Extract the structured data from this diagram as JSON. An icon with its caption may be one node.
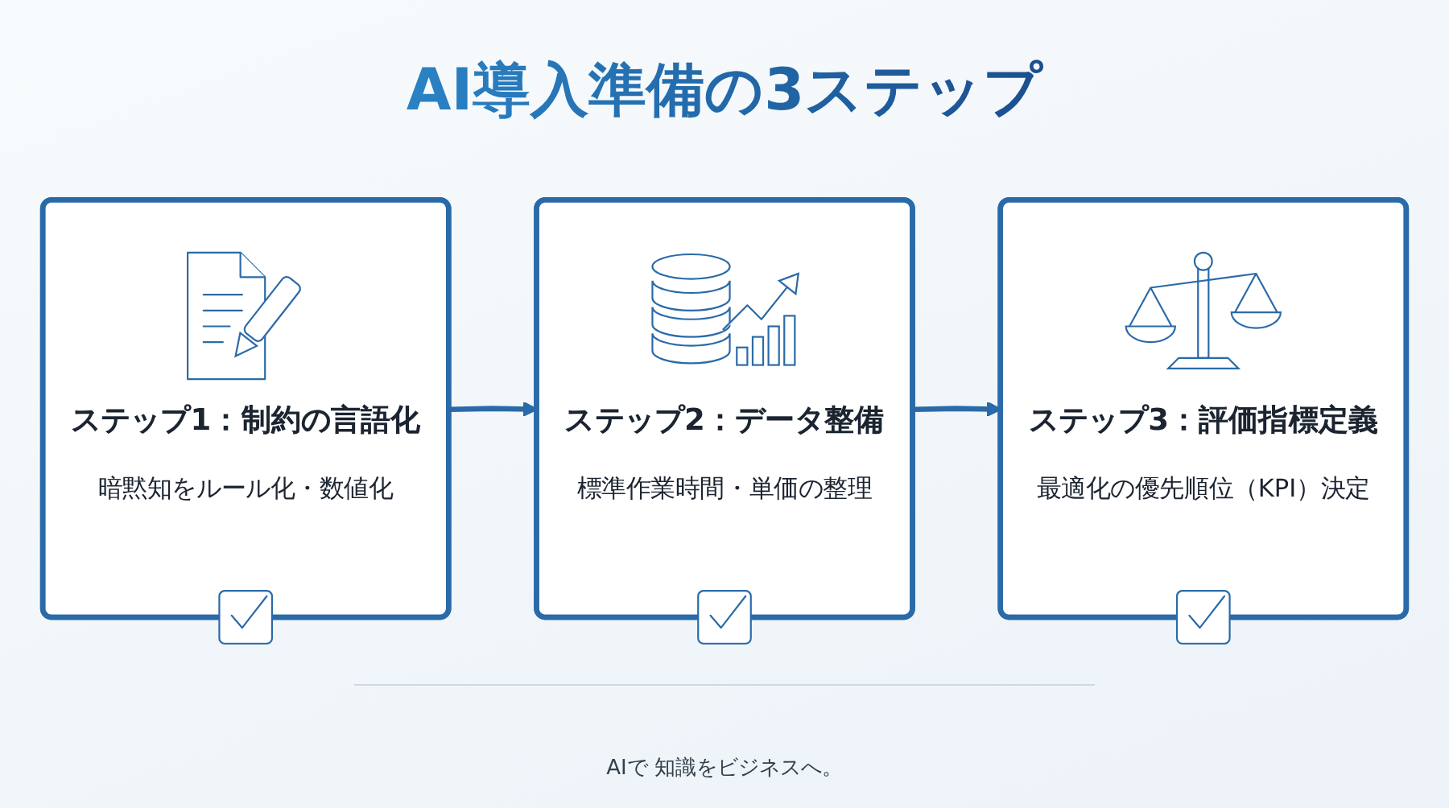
{
  "diagram": {
    "title": "AI導入準備の3ステップ",
    "nodes": [
      {
        "text": [
          "ステップ1：制約の言語化",
          "暗黙知をルール化・数値化"
        ]
      },
      {
        "text": [
          "ステップ2：データ整備",
          "標準作業時間・単価の整理"
        ]
      },
      {
        "text": [
          "ステップ3：評価指標定義",
          "最適化の優先順位（KPI）決定"
        ]
      }
    ],
    "edges": [
      {
        "from": 0,
        "to": 1,
        "arrow": "to"
      },
      {
        "from": 1,
        "to": 2,
        "arrow": "to"
      }
    ],
    "labels": [
      "AIで 知識をビジネスへ。"
    ]
  }
}
